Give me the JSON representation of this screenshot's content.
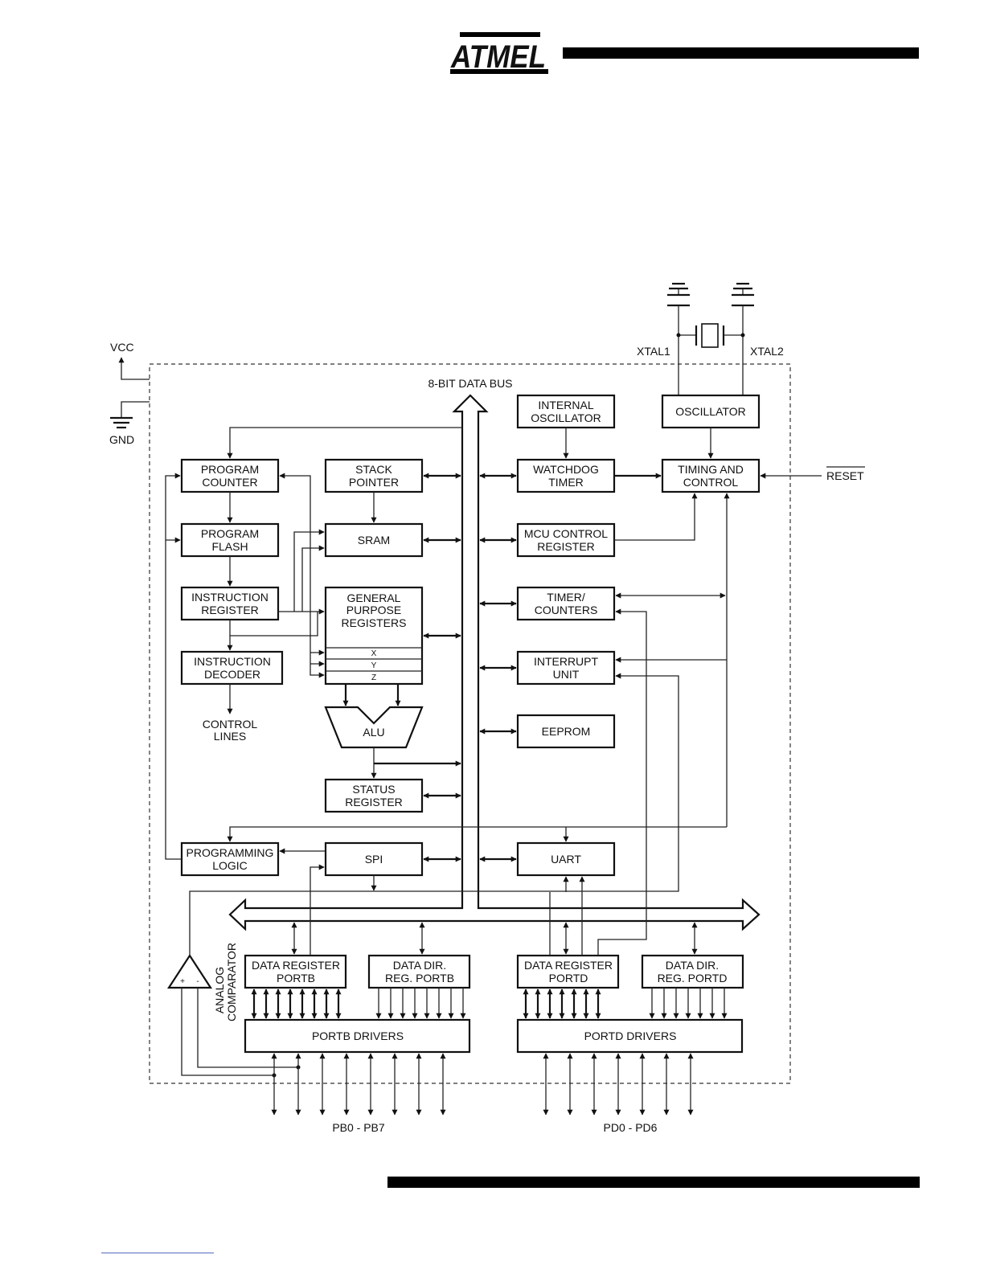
{
  "header": {
    "logo_text": "ATMEL",
    "colors": {
      "rule": "#000000",
      "lines": "#111111",
      "page": "#ffffff"
    }
  },
  "diagram": {
    "bus_label": "8-BIT DATA BUS",
    "external": {
      "vcc": "VCC",
      "gnd": "GND",
      "xtal1": "XTAL1",
      "xtal2": "XTAL2",
      "reset": "RESET",
      "port_b_pins": "PB0 - PB7",
      "port_d_pins": "PD0 - PD6",
      "analog_comparator": [
        "ANALOG",
        "COMPARATOR"
      ],
      "comparator_plus": "+",
      "comparator_minus": "-"
    },
    "blocks": {
      "program_counter": [
        "PROGRAM",
        "COUNTER"
      ],
      "program_flash": [
        "PROGRAM",
        "FLASH"
      ],
      "instruction_register": [
        "INSTRUCTION",
        "REGISTER"
      ],
      "instruction_decoder": [
        "INSTRUCTION",
        "DECODER"
      ],
      "control_lines": [
        "CONTROL",
        "LINES"
      ],
      "stack_pointer": [
        "STACK",
        "POINTER"
      ],
      "sram": [
        "SRAM"
      ],
      "general_purpose_registers": [
        "GENERAL",
        "PURPOSE",
        "REGISTERS"
      ],
      "reg_x": "X",
      "reg_y": "Y",
      "reg_z": "Z",
      "alu": [
        "ALU"
      ],
      "status_register": [
        "STATUS",
        "REGISTER"
      ],
      "programming_logic": [
        "PROGRAMMING",
        "LOGIC"
      ],
      "spi": [
        "SPI"
      ],
      "internal_oscillator": [
        "INTERNAL",
        "OSCILLATOR"
      ],
      "watchdog_timer": [
        "WATCHDOG",
        "TIMER"
      ],
      "mcu_control_register": [
        "MCU CONTROL",
        "REGISTER"
      ],
      "timer_counters": [
        "TIMER/",
        "COUNTERS"
      ],
      "interrupt_unit": [
        "INTERRUPT",
        "UNIT"
      ],
      "eeprom": [
        "EEPROM"
      ],
      "uart": [
        "UART"
      ],
      "oscillator": [
        "OSCILLATOR"
      ],
      "timing_and_control": [
        "TIMING AND",
        "CONTROL"
      ],
      "data_register_portb": [
        "DATA REGISTER",
        "PORTB"
      ],
      "data_dir_reg_portb": [
        "DATA DIR.",
        "REG. PORTB"
      ],
      "data_register_portd": [
        "DATA REGISTER",
        "PORTD"
      ],
      "data_dir_reg_portd": [
        "DATA DIR.",
        "REG. PORTD"
      ],
      "portb_drivers": [
        "PORTB DRIVERS"
      ],
      "portd_drivers": [
        "PORTD DRIVERS"
      ]
    }
  }
}
